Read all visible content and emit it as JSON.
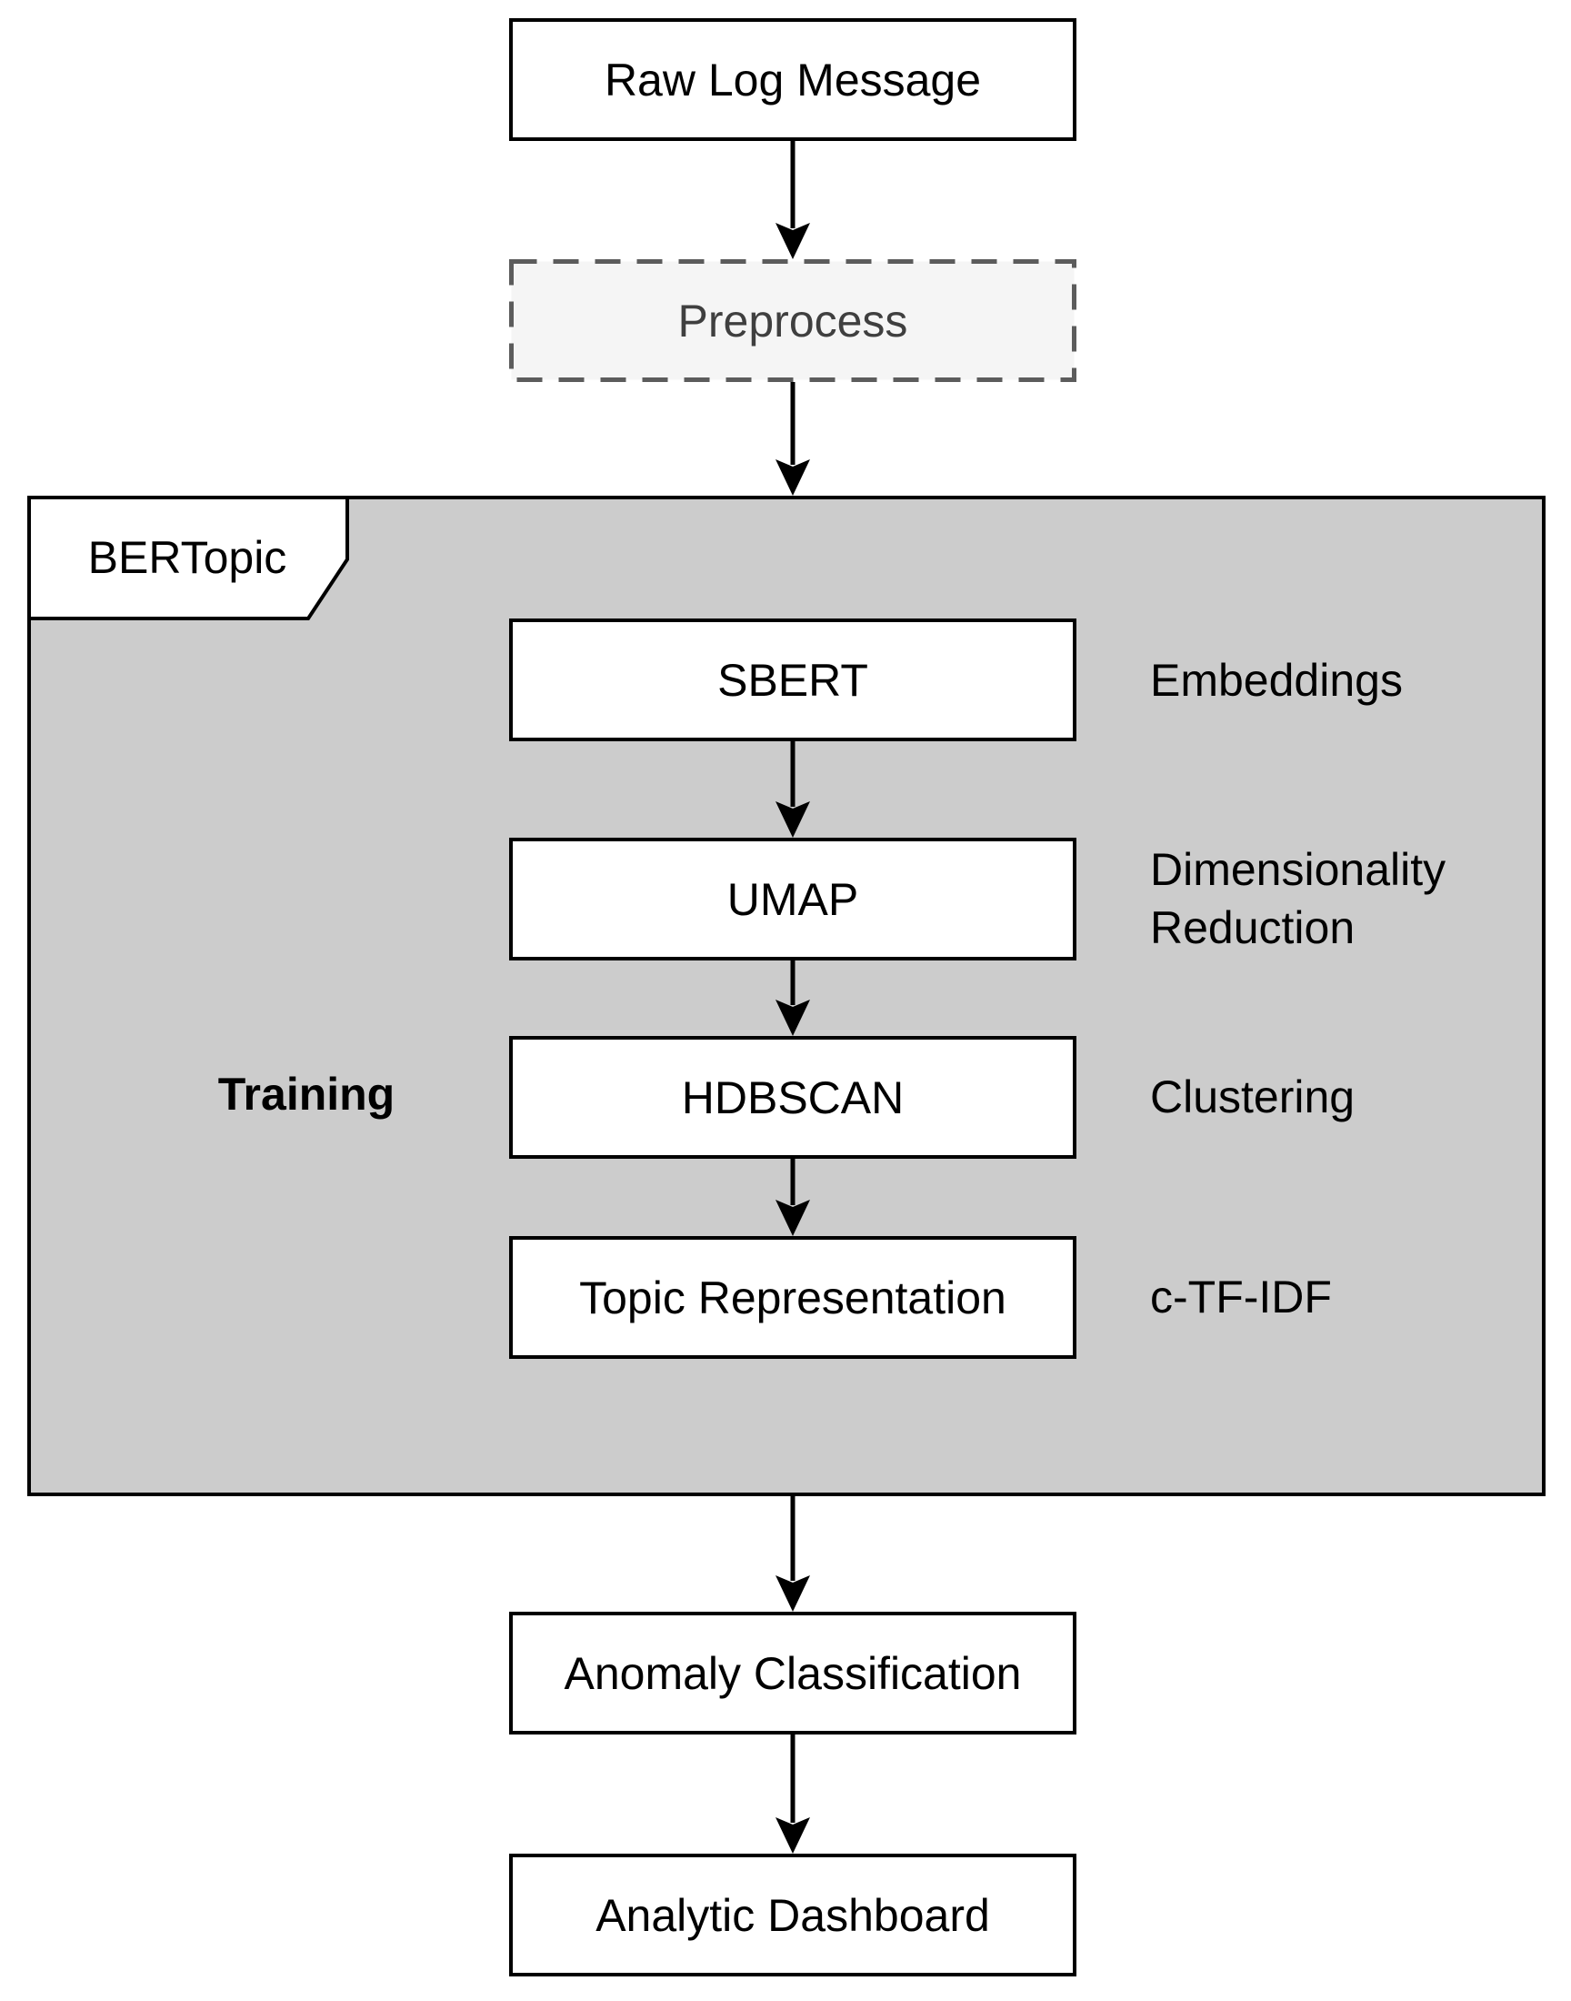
{
  "diagram": {
    "nodes": {
      "raw": "Raw Log Message",
      "preprocess": "Preprocess",
      "sbert": "SBERT",
      "umap": "UMAP",
      "hdbscan": "HDBSCAN",
      "topic_representation": "Topic Representation",
      "anomaly_classification": "Anomaly Classification",
      "analytic_dashboard": "Analytic Dashboard"
    },
    "group": {
      "label": "BERTopic",
      "mode_label": "Training"
    },
    "stage_labels": {
      "embeddings": "Embeddings",
      "dim_reduction_line1": "Dimensionality",
      "dim_reduction_line2": "Reduction",
      "clustering": "Clustering",
      "ctfidf": "c-TF-IDF"
    },
    "colors": {
      "group_fill": "#cccccc",
      "node_fill": "#ffffff",
      "outline": "#000000",
      "dashed_fill": "#f5f5f5",
      "dashed_border": "#5c5c5c",
      "dashed_text": "#3f3f3f"
    }
  }
}
